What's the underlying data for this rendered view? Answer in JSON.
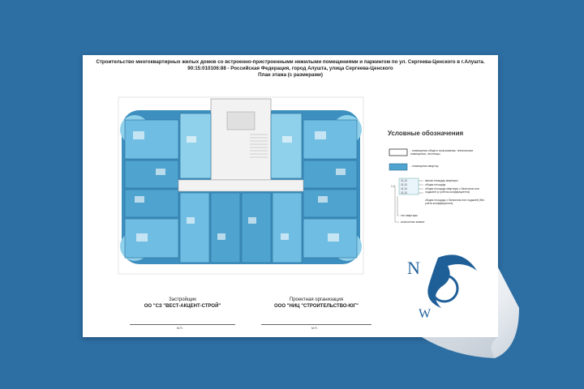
{
  "document": {
    "title_line1": "Строительство многоквартирных жилых домов со встроенно-пристроенными нежилыми помещениями и паркингом по ул. Сергеева-Ценского в г.Алушта.",
    "title_line2": "90:15:010106:88 - Российская Федерация, город Алушта, улица Сергеева-Ценского",
    "title_line3": "План этажа (с размерами)"
  },
  "legend": {
    "title": "Условные обозначения",
    "item_common": "- помещения общего пользования, технические помещения, лестницы",
    "item_apartment": "- помещения квартир",
    "sample_values": [
      "11,11",
      "11,11",
      "11,11",
      "11,11"
    ],
    "sample_code": "1.2",
    "label_living": "жилая площадь квартиры",
    "label_total": "общая площадь",
    "label_total_balcony": "общая площадь квартиры с балконом или лоджией (с учётом коэффициента)",
    "label_total_no_coef": "общая площадь с балконом или лоджией (без учёта коэффициента)",
    "label_type": "тип квартиры",
    "label_rooms": "количество комнат"
  },
  "signatures": {
    "developer_label": "Застройщик",
    "developer_name": "ОО \"СЗ \"ВЕСТ-АКЦЕНТ-СТРОЙ\"",
    "designer_label": "Проектная организация",
    "designer_name": "ООО \"НИЦ \"СТРОИТЕЛЬСТВО-ЮГ\"",
    "stamp_left": "М.П.",
    "stamp_right": "М.П."
  },
  "colors": {
    "background": "#2d6ea3",
    "paper": "#ffffff",
    "apartment_blue": "#4ea3cf",
    "apartment_light": "#8fd0ea",
    "common_area": "#f2f2f2",
    "logo_blue": "#1f5f98"
  },
  "logo": {
    "letters": "N W",
    "icon": "watermark-logo-icon"
  }
}
